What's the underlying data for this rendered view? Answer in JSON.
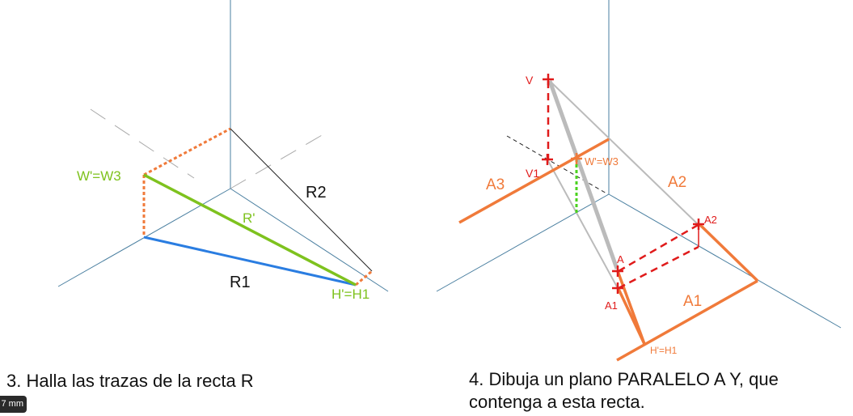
{
  "exercise3": {
    "caption": "3. Halla las trazas de la recta R",
    "labels": {
      "w": "W'=W3",
      "r2": "R2",
      "rp": "R'",
      "r1": "R1",
      "h": "H'=H1"
    }
  },
  "exercise4": {
    "caption_line1": "4. Dibuja un plano PARALELO A Y, que",
    "caption_line2": "contenga a esta recta.",
    "labels": {
      "v": "V",
      "v1": "V1",
      "w": "W'=W3",
      "a3": "A3",
      "a2": "A2",
      "a2pt": "A2",
      "a": "A",
      "a1pt": "A1",
      "a1": "A1",
      "h": "H'=H1"
    }
  },
  "tooltip": "7 mm",
  "colors": {
    "green": "#7ec21e",
    "orange": "#f07a3a",
    "blue": "#2a7de1",
    "red": "#e01b1b",
    "axis": "#4a7fa0"
  }
}
